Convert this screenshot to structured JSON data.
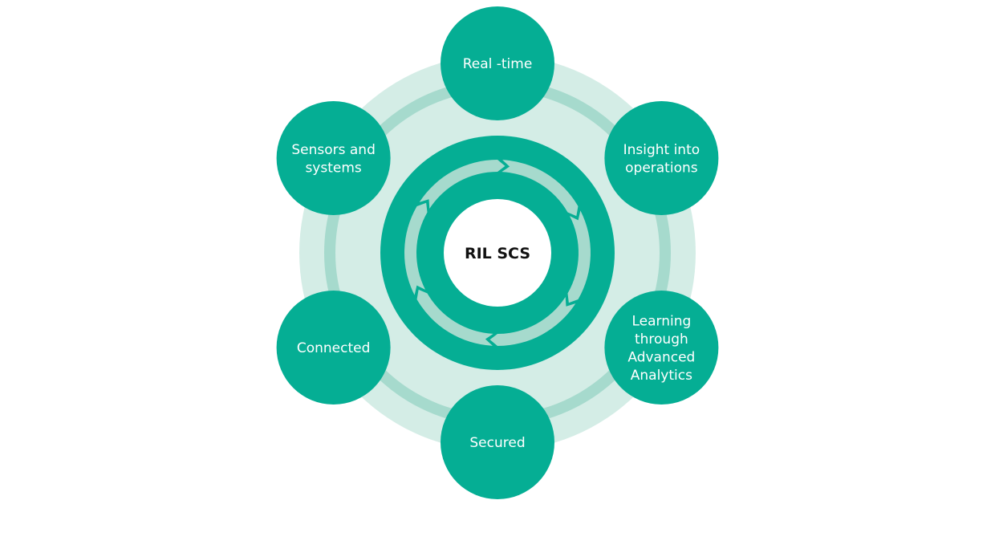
{
  "center": {
    "label": "RIL SCS"
  },
  "nodes": [
    {
      "id": "real-time",
      "lines": [
        "Real -time"
      ]
    },
    {
      "id": "insight",
      "lines": [
        "Insight into",
        "operations"
      ]
    },
    {
      "id": "learning",
      "lines": [
        "Learning",
        "through",
        "Advanced",
        "Analytics"
      ]
    },
    {
      "id": "secured",
      "lines": [
        "Secured"
      ]
    },
    {
      "id": "connected",
      "lines": [
        "Connected"
      ]
    },
    {
      "id": "sensors",
      "lines": [
        "Sensors and",
        "systems"
      ]
    }
  ],
  "colors": {
    "teal": "#05AE94",
    "light_disc": "#D4EDE6",
    "ring_band": "#A6DACD",
    "arrow": "#A6DACD",
    "center_fill": "#FFFFFF"
  },
  "cycle_arrow_count": 6
}
